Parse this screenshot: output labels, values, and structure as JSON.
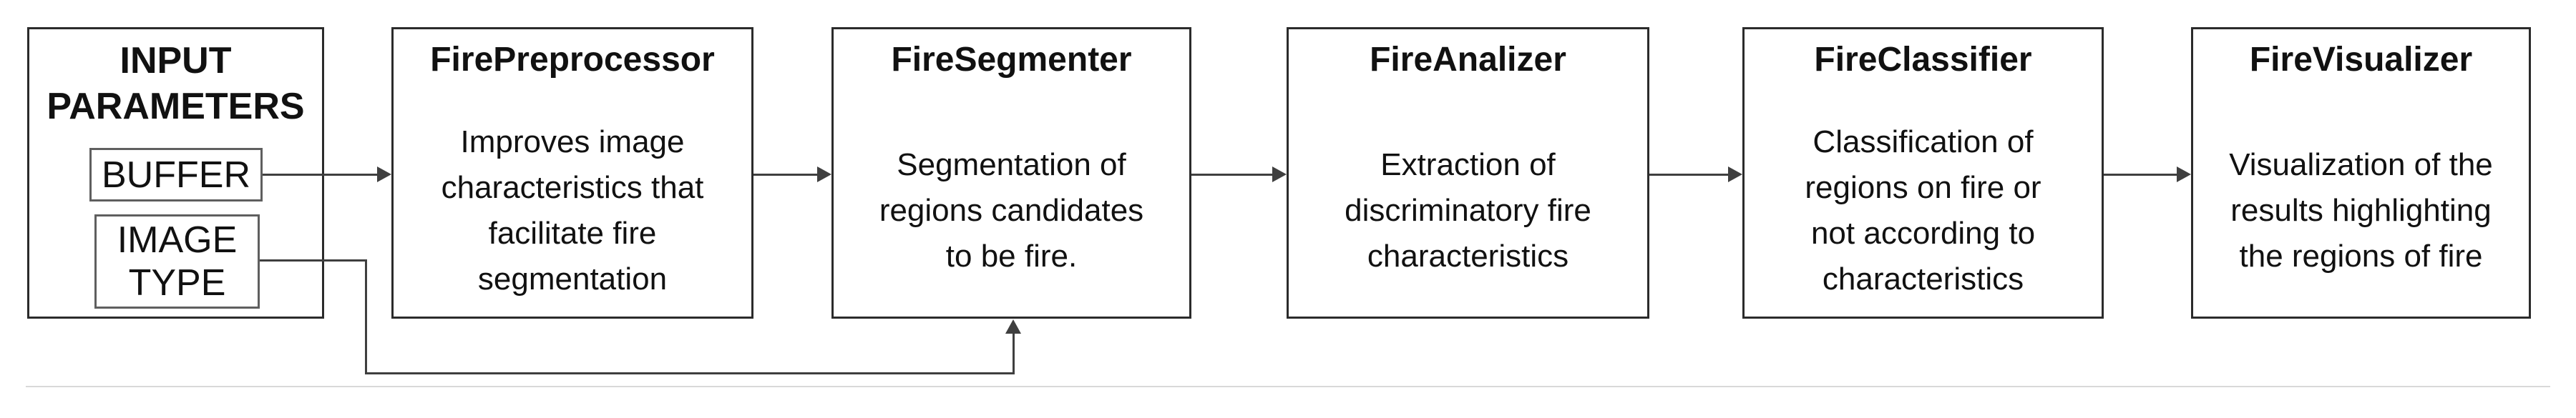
{
  "diagram": {
    "input": {
      "title": "INPUT\nPARAMETERS",
      "params": [
        {
          "label": "BUFFER"
        },
        {
          "label": "IMAGE\nTYPE"
        }
      ]
    },
    "modules": [
      {
        "name": "FirePreprocessor",
        "description": "Improves image\ncharacteristics that\nfacilitate fire\nsegmentation"
      },
      {
        "name": "FireSegmenter",
        "description": "Segmentation of\nregions candidates\nto be fire."
      },
      {
        "name": "FireAnalizer",
        "description": "Extraction of\ndiscriminatory fire\ncharacteristics"
      },
      {
        "name": "FireClassifier",
        "description": "Classification of\nregions on fire or\nnot according to\ncharacteristics"
      },
      {
        "name": "FireVisualizer",
        "description": "Visualization of the\nresults highlighting\nthe regions of fire"
      }
    ],
    "colors": {
      "background": "#ffffff",
      "box_border": "#2b2b2b",
      "param_border": "#5f5f5f",
      "line": "#3f3f3f",
      "text": "#111111",
      "divider": "#d9d9d9"
    }
  }
}
